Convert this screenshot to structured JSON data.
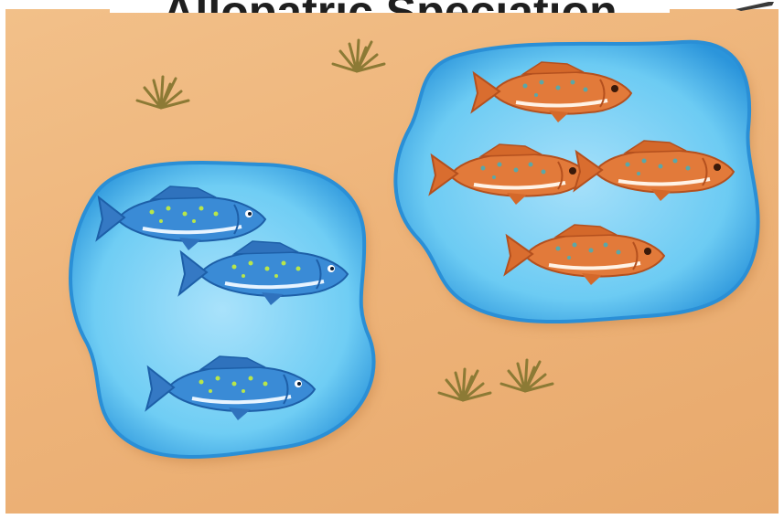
{
  "title": "Allopatric Speciation",
  "colors": {
    "sand": "#eeb47a",
    "water": "#5cc3ee",
    "water_edge": "#2a8fd6",
    "blue_fish": "#3d8fd8",
    "orange_fish": "#e07a3a",
    "grass": "#8c7a35"
  },
  "ponds": [
    {
      "name": "left-pond",
      "fish_color": "blue",
      "fish_count": 3
    },
    {
      "name": "right-pond",
      "fish_color": "orange",
      "fish_count": 4
    }
  ]
}
